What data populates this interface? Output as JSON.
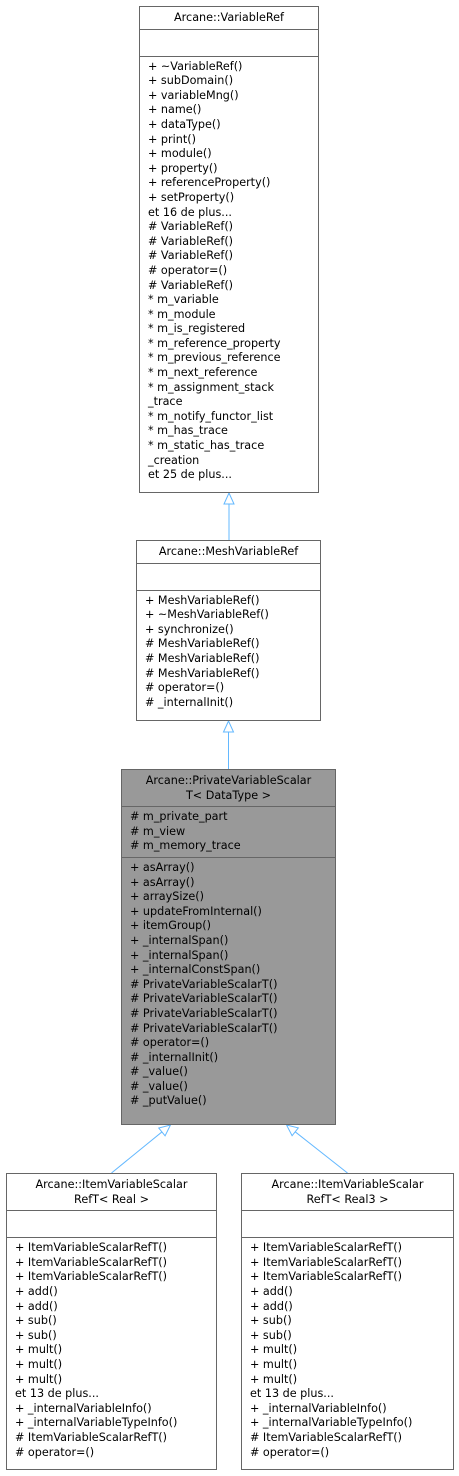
{
  "classes": {
    "variable_ref": {
      "title": [
        "Arcane::VariableRef"
      ],
      "attributes": [],
      "methods": [
        "+ ~VariableRef()",
        "+ subDomain()",
        "+ variableMng()",
        "+ name()",
        "+ dataType()",
        "+ print()",
        "+ module()",
        "+ property()",
        "+ referenceProperty()",
        "+ setProperty()",
        "et 16 de plus...",
        "# VariableRef()",
        "# VariableRef()",
        "# VariableRef()",
        "# operator=()",
        "# VariableRef()",
        "* m_variable",
        "* m_module",
        "* m_is_registered",
        "* m_reference_property",
        "* m_previous_reference",
        "* m_next_reference",
        "* m_assignment_stack",
        "_trace",
        "* m_notify_functor_list",
        "* m_has_trace",
        "* m_static_has_trace",
        "_creation",
        "et 25 de plus..."
      ]
    },
    "mesh_variable_ref": {
      "title": [
        "Arcane::MeshVariableRef"
      ],
      "attributes": [],
      "methods": [
        "+ MeshVariableRef()",
        "+ ~MeshVariableRef()",
        "+ synchronize()",
        "# MeshVariableRef()",
        "# MeshVariableRef()",
        "# MeshVariableRef()",
        "# operator=()",
        "# _internalInit()"
      ]
    },
    "private_variable_scalar": {
      "title": [
        "Arcane::PrivateVariableScalar",
        "T< DataType >"
      ],
      "attributes": [
        "# m_private_part",
        "# m_view",
        "# m_memory_trace"
      ],
      "methods": [
        "+ asArray()",
        "+ asArray()",
        "+ arraySize()",
        "+ updateFromInternal()",
        "+ itemGroup()",
        "+ _internalSpan()",
        "+ _internalSpan()",
        "+ _internalConstSpan()",
        "# PrivateVariableScalarT()",
        "# PrivateVariableScalarT()",
        "# PrivateVariableScalarT()",
        "# PrivateVariableScalarT()",
        "# operator=()",
        "# _internalInit()",
        "# _value()",
        "# _value()",
        "# _putValue()"
      ]
    },
    "item_variable_scalar_real": {
      "title": [
        "Arcane::ItemVariableScalar",
        "RefT< Real >"
      ],
      "attributes": [],
      "methods": [
        "+ ItemVariableScalarRefT()",
        "+ ItemVariableScalarRefT()",
        "+ ItemVariableScalarRefT()",
        "+ add()",
        "+ add()",
        "+ sub()",
        "+ sub()",
        "+ mult()",
        "+ mult()",
        "+ mult()",
        "et 13 de plus...",
        "+ _internalVariableInfo()",
        "+ _internalVariableTypeInfo()",
        "# ItemVariableScalarRefT()",
        "# operator=()"
      ]
    },
    "item_variable_scalar_real3": {
      "title": [
        "Arcane::ItemVariableScalar",
        "RefT< Real3 >"
      ],
      "attributes": [],
      "methods": [
        "+ ItemVariableScalarRefT()",
        "+ ItemVariableScalarRefT()",
        "+ ItemVariableScalarRefT()",
        "+ add()",
        "+ add()",
        "+ sub()",
        "+ sub()",
        "+ mult()",
        "+ mult()",
        "+ mult()",
        "et 13 de plus...",
        "+ _internalVariableInfo()",
        "+ _internalVariableTypeInfo()",
        "# ItemVariableScalarRefT()",
        "# operator=()"
      ]
    }
  },
  "colors": {
    "edge": "#63b8ff",
    "border": "#666666",
    "current_fill": "#999999"
  },
  "edges": [
    {
      "from": "mesh_variable_ref",
      "to": "variable_ref",
      "type": "inheritance"
    },
    {
      "from": "private_variable_scalar",
      "to": "mesh_variable_ref",
      "type": "inheritance"
    },
    {
      "from": "item_variable_scalar_real",
      "to": "private_variable_scalar",
      "type": "inheritance"
    },
    {
      "from": "item_variable_scalar_real3",
      "to": "private_variable_scalar",
      "type": "inheritance"
    }
  ]
}
